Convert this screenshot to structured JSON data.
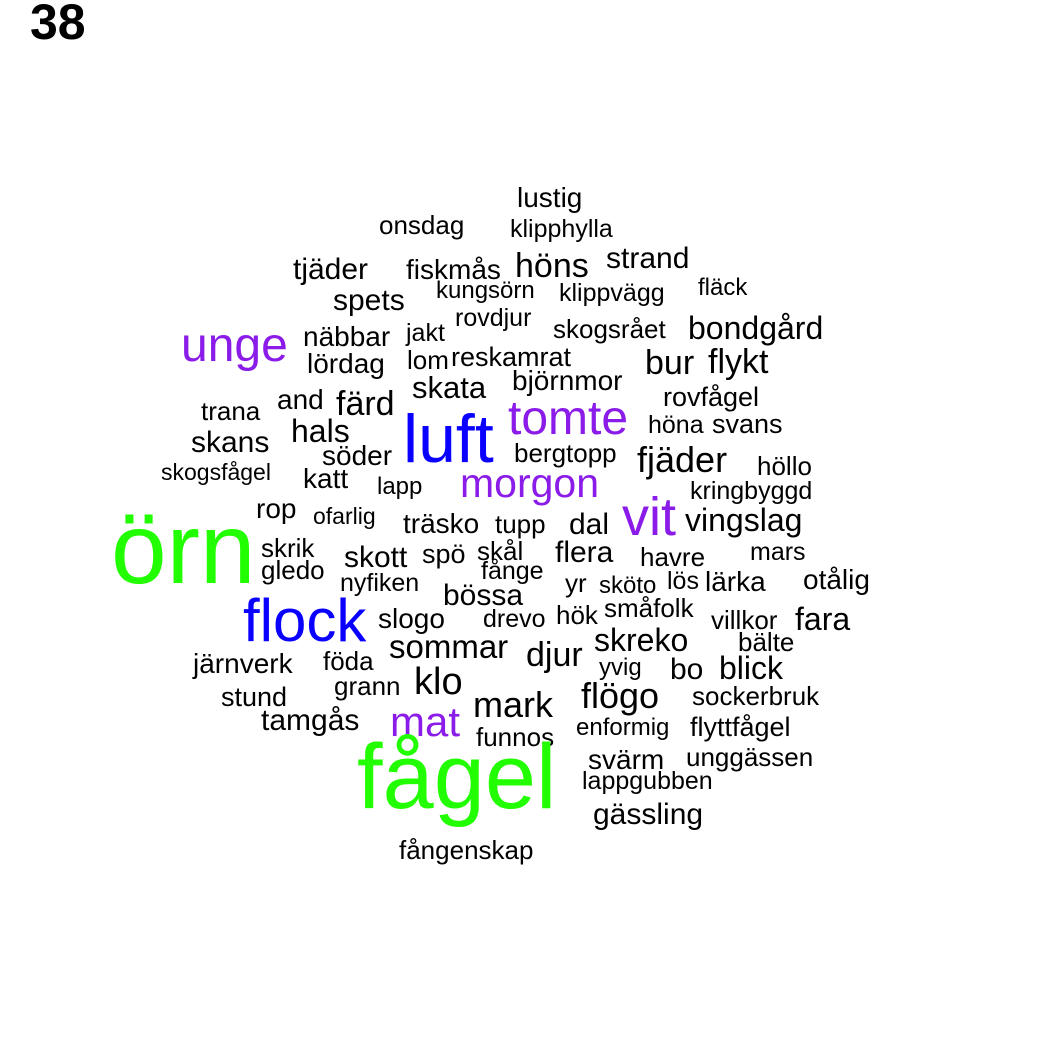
{
  "page_number": "38",
  "colors": {
    "green": "#22ff00",
    "blue": "#0a00ff",
    "purple": "#8a1be8",
    "black": "#000000"
  },
  "words": [
    {
      "text": "lustig",
      "color": "black"
    },
    {
      "text": "onsdag",
      "color": "black"
    },
    {
      "text": "klipphylla",
      "color": "black"
    },
    {
      "text": "strand",
      "color": "black"
    },
    {
      "text": "höns",
      "color": "black"
    },
    {
      "text": "tjäder",
      "color": "black"
    },
    {
      "text": "fiskmås",
      "color": "black"
    },
    {
      "text": "fläck",
      "color": "black"
    },
    {
      "text": "kungsörn",
      "color": "black"
    },
    {
      "text": "klippvägg",
      "color": "black"
    },
    {
      "text": "spets",
      "color": "black"
    },
    {
      "text": "rovdjur",
      "color": "black"
    },
    {
      "text": "bondgård",
      "color": "black"
    },
    {
      "text": "skogsrået",
      "color": "black"
    },
    {
      "text": "unge",
      "color": "purple"
    },
    {
      "text": "näbbar",
      "color": "black"
    },
    {
      "text": "jakt",
      "color": "black"
    },
    {
      "text": "flykt",
      "color": "black"
    },
    {
      "text": "lördag",
      "color": "black"
    },
    {
      "text": "lom",
      "color": "black"
    },
    {
      "text": "reskamrat",
      "color": "black"
    },
    {
      "text": "bur",
      "color": "black"
    },
    {
      "text": "björnmor",
      "color": "black"
    },
    {
      "text": "skata",
      "color": "black"
    },
    {
      "text": "rovfågel",
      "color": "black"
    },
    {
      "text": "and",
      "color": "black"
    },
    {
      "text": "färd",
      "color": "black"
    },
    {
      "text": "trana",
      "color": "black"
    },
    {
      "text": "tomte",
      "color": "purple"
    },
    {
      "text": "höna",
      "color": "black"
    },
    {
      "text": "svans",
      "color": "black"
    },
    {
      "text": "luft",
      "color": "blue"
    },
    {
      "text": "skans",
      "color": "black"
    },
    {
      "text": "hals",
      "color": "black"
    },
    {
      "text": "bergtopp",
      "color": "black"
    },
    {
      "text": "fjäder",
      "color": "black"
    },
    {
      "text": "söder",
      "color": "black"
    },
    {
      "text": "höllo",
      "color": "black"
    },
    {
      "text": "skogsfågel",
      "color": "black"
    },
    {
      "text": "katt",
      "color": "black"
    },
    {
      "text": "morgon",
      "color": "purple"
    },
    {
      "text": "lapp",
      "color": "black"
    },
    {
      "text": "kringbyggd",
      "color": "black"
    },
    {
      "text": "rop",
      "color": "black"
    },
    {
      "text": "vit",
      "color": "purple"
    },
    {
      "text": "ofarlig",
      "color": "black"
    },
    {
      "text": "träsko",
      "color": "black"
    },
    {
      "text": "tupp",
      "color": "black"
    },
    {
      "text": "dal",
      "color": "black"
    },
    {
      "text": "vingslag",
      "color": "black"
    },
    {
      "text": "örn",
      "color": "green"
    },
    {
      "text": "skrik",
      "color": "black"
    },
    {
      "text": "skott",
      "color": "black"
    },
    {
      "text": "spö",
      "color": "black"
    },
    {
      "text": "skål",
      "color": "black"
    },
    {
      "text": "flera",
      "color": "black"
    },
    {
      "text": "havre",
      "color": "black"
    },
    {
      "text": "mars",
      "color": "black"
    },
    {
      "text": "gledo",
      "color": "black"
    },
    {
      "text": "fånge",
      "color": "black"
    },
    {
      "text": "nyfiken",
      "color": "black"
    },
    {
      "text": "yr",
      "color": "black"
    },
    {
      "text": "sköto",
      "color": "black"
    },
    {
      "text": "lös",
      "color": "black"
    },
    {
      "text": "lärka",
      "color": "black"
    },
    {
      "text": "otålig",
      "color": "black"
    },
    {
      "text": "bössa",
      "color": "black"
    },
    {
      "text": "flock",
      "color": "blue"
    },
    {
      "text": "småfolk",
      "color": "black"
    },
    {
      "text": "slogo",
      "color": "black"
    },
    {
      "text": "drevo",
      "color": "black"
    },
    {
      "text": "hök",
      "color": "black"
    },
    {
      "text": "villkor",
      "color": "black"
    },
    {
      "text": "fara",
      "color": "black"
    },
    {
      "text": "skreko",
      "color": "black"
    },
    {
      "text": "bälte",
      "color": "black"
    },
    {
      "text": "sommar",
      "color": "black"
    },
    {
      "text": "djur",
      "color": "black"
    },
    {
      "text": "järnverk",
      "color": "black"
    },
    {
      "text": "föda",
      "color": "black"
    },
    {
      "text": "yvig",
      "color": "black"
    },
    {
      "text": "bo",
      "color": "black"
    },
    {
      "text": "blick",
      "color": "black"
    },
    {
      "text": "klo",
      "color": "black"
    },
    {
      "text": "grann",
      "color": "black"
    },
    {
      "text": "stund",
      "color": "black"
    },
    {
      "text": "flögo",
      "color": "black"
    },
    {
      "text": "sockerbruk",
      "color": "black"
    },
    {
      "text": "mark",
      "color": "black"
    },
    {
      "text": "tamgås",
      "color": "black"
    },
    {
      "text": "mat",
      "color": "purple"
    },
    {
      "text": "enformig",
      "color": "black"
    },
    {
      "text": "flyttfågel",
      "color": "black"
    },
    {
      "text": "funnos",
      "color": "black"
    },
    {
      "text": "unggässen",
      "color": "black"
    },
    {
      "text": "svärm",
      "color": "black"
    },
    {
      "text": "fågel",
      "color": "green"
    },
    {
      "text": "lappgubben",
      "color": "black"
    },
    {
      "text": "gässling",
      "color": "black"
    },
    {
      "text": "fångenskap",
      "color": "black"
    }
  ]
}
